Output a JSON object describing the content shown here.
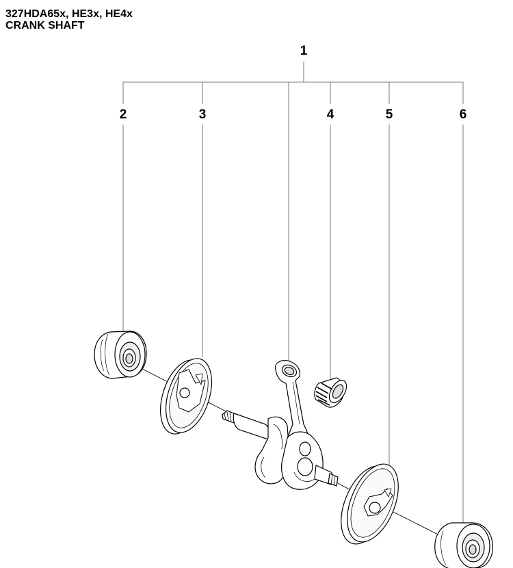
{
  "page": {
    "model_line": "327HDA65x, HE3x, HE4x",
    "section": "CRANK SHAFT"
  },
  "callouts": {
    "c1": "1",
    "c2": "2",
    "c3": "3",
    "c4": "4",
    "c5": "5",
    "c6": "6"
  },
  "colors": {
    "line": "#000000",
    "leader": "#555555",
    "background": "#ffffff"
  }
}
